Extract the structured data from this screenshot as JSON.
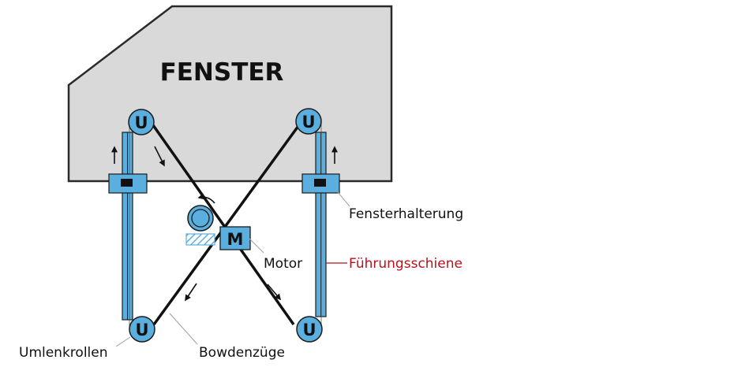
{
  "diagram": {
    "title": "FENSTER",
    "pulley_symbol": "U",
    "motor_symbol": "M",
    "labels": {
      "window_holder": "Fensterhalterung",
      "motor": "Motor",
      "guide_rail": "Führungsschiene",
      "pulleys": "Umlenkrollen",
      "cables": "Bowdenzüge"
    },
    "colors": {
      "window_fill": "#d9d9d9",
      "component_blue": "#5aafdf",
      "outline": "#1a1a1a",
      "highlight_label": "#b5121b",
      "leader_line": "#a0a0a0"
    },
    "icons": {
      "arrows": [
        "up-arrow",
        "down-right-arrow",
        "rotate-ccw-arrow",
        "down-left-arrow"
      ]
    }
  }
}
